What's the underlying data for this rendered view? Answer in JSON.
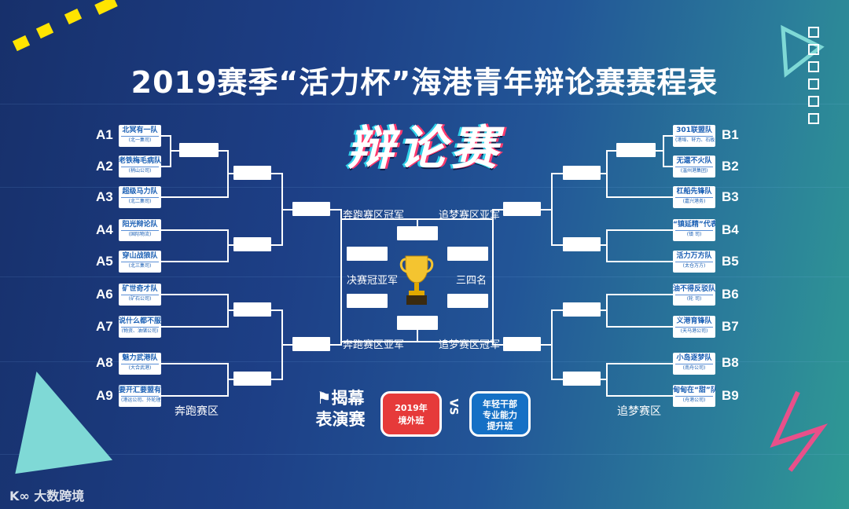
{
  "title": "2019赛季“活力杯”海港青年辩论赛赛程表",
  "logo_text": "辩论赛",
  "left_teams": [
    {
      "label": "A1",
      "name": "北冥有一队",
      "org": "(北一集司)"
    },
    {
      "label": "A2",
      "name": "老铁梅毛病队",
      "org": "(稍山公司)"
    },
    {
      "label": "A3",
      "name": "超级马力队",
      "org": "(北二集司)"
    },
    {
      "label": "A4",
      "name": "阳光辩论队",
      "org": "(国际物流)"
    },
    {
      "label": "A5",
      "name": "穿山战狼队",
      "org": "(北三集司)"
    },
    {
      "label": "A6",
      "name": "矿世奇才队",
      "org": "(矿石公司)"
    },
    {
      "label": "A7",
      "name": "说什么都不服队",
      "org": "(物资、油储公司)"
    },
    {
      "label": "A8",
      "name": "魅力武港队",
      "org": "(大合武港)"
    },
    {
      "label": "A9",
      "name": "要开汇要盟有条队",
      "org": "(港运公司、外轮理货)"
    }
  ],
  "right_teams": [
    {
      "label": "B1",
      "name": "301联盟队",
      "org": "(港埠、轩力、石板)"
    },
    {
      "label": "B2",
      "name": "无還不火队",
      "org": "(温州港集团)"
    },
    {
      "label": "B3",
      "name": "杠船先锋队",
      "org": "(嘉兴港务)"
    },
    {
      "label": "B4",
      "name": "“镇延精”代表队",
      "org": "(镇 司)"
    },
    {
      "label": "B5",
      "name": "活力万方队",
      "org": "(太仓万方)"
    },
    {
      "label": "B6",
      "name": "油不得反驳队",
      "org": "(轮 司)"
    },
    {
      "label": "B7",
      "name": "义港育锋队",
      "org": "(天马港公司)"
    },
    {
      "label": "B8",
      "name": "小岛逐梦队",
      "org": "(南舟公司)"
    },
    {
      "label": "B9",
      "name": "甸甸在“甜”队",
      "org": "(舟港公司)"
    }
  ],
  "labels": {
    "left_champion": "奔跑赛区冠军",
    "right_runner_up": "追梦赛区亚军",
    "final": "决赛冠亚军",
    "third_fourth": "三四名",
    "left_runner_up": "奔跑赛区亚军",
    "right_champion": "追梦赛区冠军",
    "left_zone": "奔跑赛区",
    "right_zone": "追梦赛区"
  },
  "opening": {
    "line1": "揭幕",
    "line2": "表演赛"
  },
  "opening_teams": {
    "red_line1": "2019年",
    "red_line2": "境外班",
    "vs": "VS",
    "blue_line1": "年轻干部",
    "blue_line2": "专业能力",
    "blue_line3": "提升班"
  },
  "watermark": "大数跨境",
  "colors": {
    "team_text": "#1a5fb4",
    "red_pill": "#e63a3a",
    "blue_pill": "#1570c5",
    "accent_yellow": "#ffe400",
    "accent_teal": "#7fd9d6"
  }
}
